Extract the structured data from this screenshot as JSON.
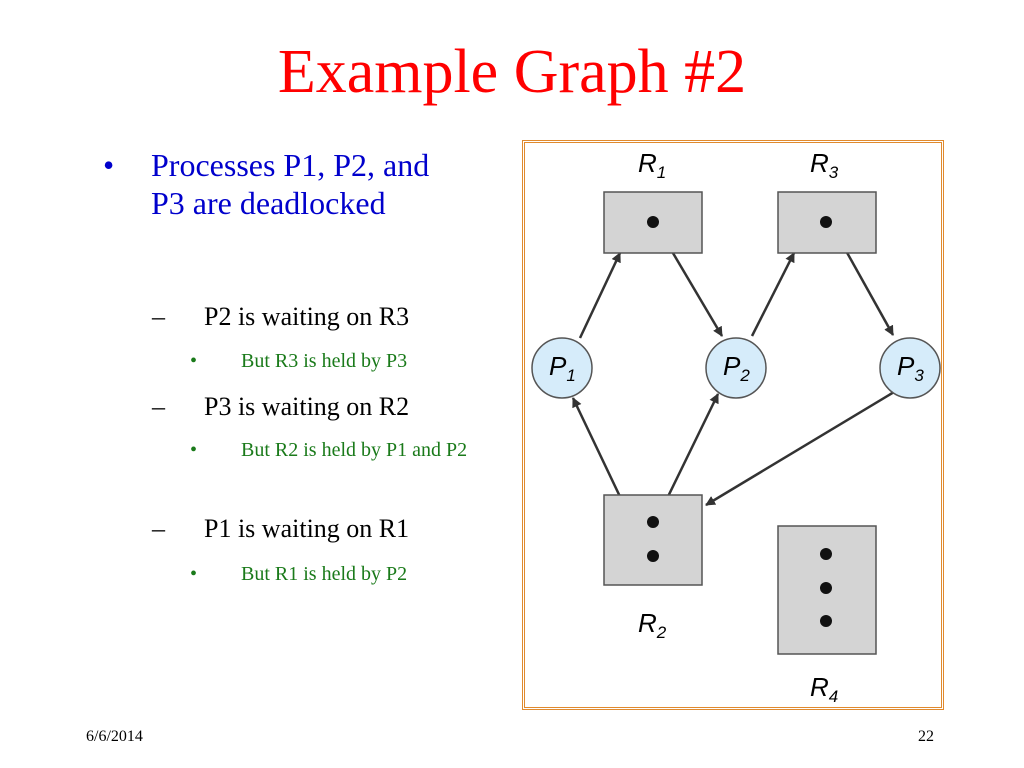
{
  "slide": {
    "title": "Example Graph #2",
    "footer_date": "6/6/2014",
    "page_number": "22"
  },
  "bullets": {
    "level1_marker": "•",
    "level2_marker": "–",
    "level3_marker": "•",
    "main": "Processes P1, P2, and P3 are deadlocked",
    "items": [
      {
        "text": "P2 is waiting on R3",
        "sub": "But R3 is held by P3"
      },
      {
        "text": "P3 is waiting on R2",
        "sub": "But R2 is held by P1 and P2"
      },
      {
        "text": "P1 is waiting on R1",
        "sub": "But R1 is held by P2"
      }
    ]
  },
  "diagram": {
    "colors": {
      "frame": "#e08a2e",
      "resource_fill": "#d4d4d4",
      "process_fill": "#d6ecfa",
      "stroke": "#333333"
    },
    "resources": [
      {
        "letter": "R",
        "subscript": "1",
        "instances": 1
      },
      {
        "letter": "R",
        "subscript": "2",
        "instances": 2
      },
      {
        "letter": "R",
        "subscript": "3",
        "instances": 1
      },
      {
        "letter": "R",
        "subscript": "4",
        "instances": 3
      }
    ],
    "processes": [
      {
        "letter": "P",
        "subscript": "1"
      },
      {
        "letter": "P",
        "subscript": "2"
      },
      {
        "letter": "P",
        "subscript": "3"
      }
    ],
    "edges": [
      {
        "from": "P1",
        "to": "R1",
        "kind": "request"
      },
      {
        "from": "R1",
        "to": "P2",
        "kind": "assignment"
      },
      {
        "from": "P2",
        "to": "R3",
        "kind": "request"
      },
      {
        "from": "R3",
        "to": "P3",
        "kind": "assignment"
      },
      {
        "from": "P3",
        "to": "R2",
        "kind": "request"
      },
      {
        "from": "R2",
        "to": "P1",
        "kind": "assignment"
      },
      {
        "from": "R2",
        "to": "P2",
        "kind": "assignment"
      }
    ]
  }
}
